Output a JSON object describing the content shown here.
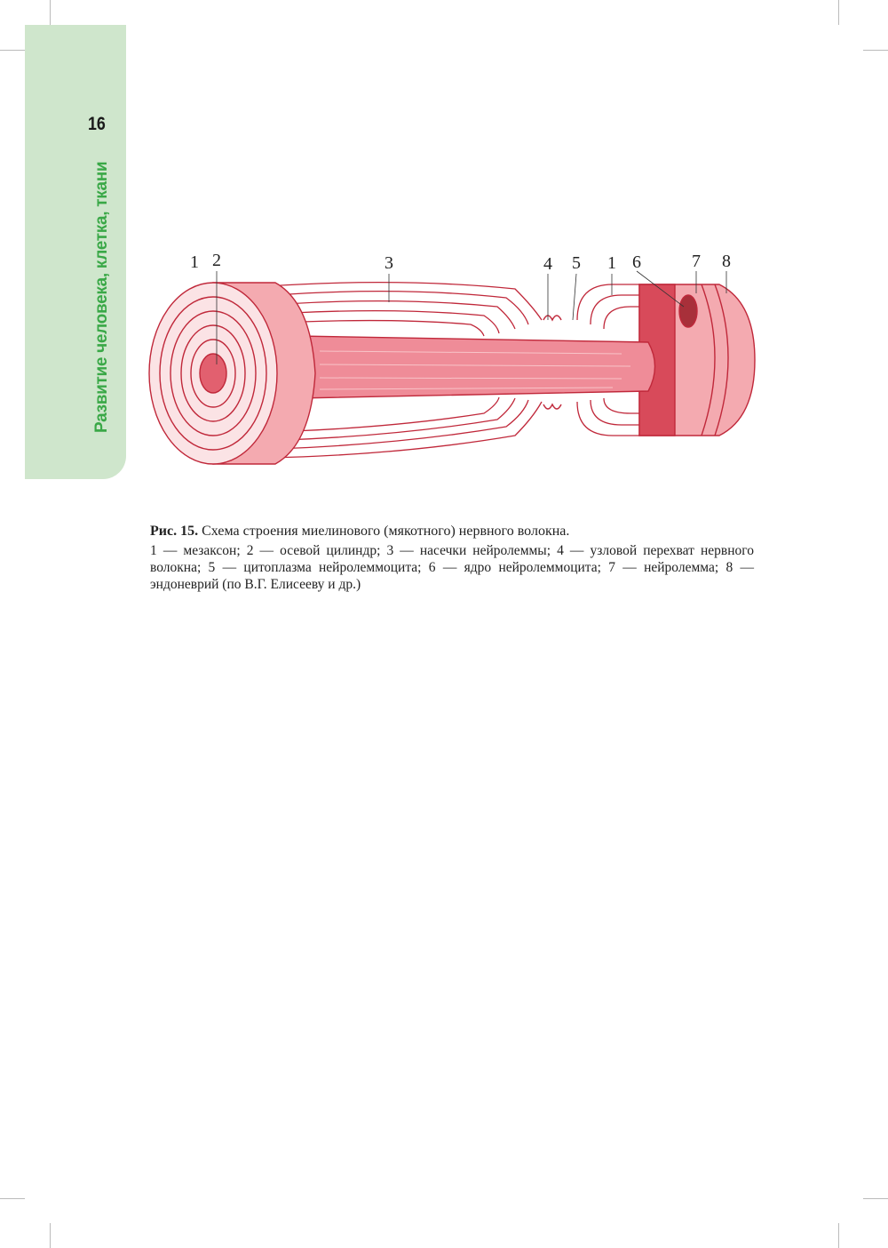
{
  "page_number": "16",
  "running_head": "Развитие человека, клетка, ткани",
  "figure": {
    "labels": [
      "1",
      "2",
      "3",
      "4",
      "5",
      "1",
      "6",
      "7",
      "8"
    ],
    "colors": {
      "myelin": "#f4aab0",
      "outline": "#c0283a",
      "axon": "#ef8c98",
      "node": "#f6b9bd"
    }
  },
  "caption": {
    "fig_ref": "Рис. 15.",
    "title": "Схема строения миелинового (мякотного) нервного волокна.",
    "body": "1 — мезаксон; 2 — осевой цилиндр; 3 — насечки нейролеммы; 4 — узловой перехват нервного волокна; 5 — цитоплазма нейролеммоцита; 6 — ядро нейролеммоцита; 7 — нейролемма; 8 — эндоневрий (по В.Г. Елисееву и др.)"
  }
}
